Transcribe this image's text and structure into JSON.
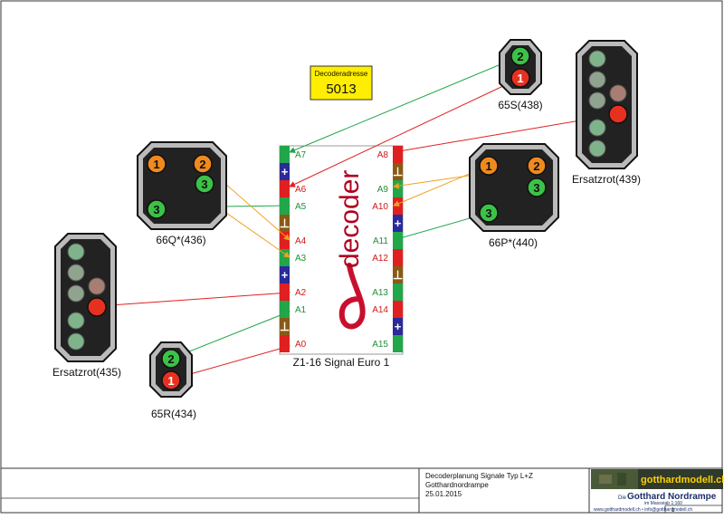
{
  "decoder_address": {
    "label": "Decoderadresse",
    "value": "5013"
  },
  "decoder": {
    "name": "Z1-16 Signal Euro 1",
    "logo": "Qdecoder",
    "left_pins": [
      "A7",
      "+",
      "A6",
      "A5",
      "⊥",
      "A4",
      "A3",
      "+",
      "A2",
      "A1",
      "⊥",
      "A0"
    ],
    "right_pins": [
      "A8",
      "⊥",
      "A9",
      "A10",
      "+",
      "A11",
      "A12",
      "⊥",
      "A13",
      "A14",
      "+",
      "A15"
    ]
  },
  "signals": {
    "s65q": {
      "label": "66Q*(436)",
      "lamps": [
        "1",
        "2",
        "3",
        "3"
      ]
    },
    "s65p": {
      "label": "66P*(440)",
      "lamps": [
        "1",
        "2",
        "3",
        "3"
      ]
    },
    "s65s": {
      "label": "65S(438)",
      "lamps": [
        "2",
        "1"
      ]
    },
    "s65r": {
      "label": "65R(434)",
      "lamps": [
        "2",
        "1"
      ]
    },
    "ersatz_left": {
      "label": "Ersatzrot(435)"
    },
    "ersatz_right": {
      "label": "Ersatzrot(439)"
    }
  },
  "title_block": {
    "line1": "Decoderplanung Signale Typ L+Z",
    "line2": "Gotthardnordrampe",
    "line3": "25.01.2015",
    "brand_site": "gotthardmodell.ch",
    "brand_prefix": "Die",
    "brand_name": "Gotthard Nordrampe",
    "brand_scale": "im Massstab 1:160",
    "brand_contact": "www.gotthardmodell.ch • info@gotthardmodell.ch",
    "page_marker": "1"
  },
  "colors": {
    "pin_red": "#e02020",
    "pin_green": "#22a64a",
    "pin_blue": "#2a2a9a",
    "pin_brown": "#8a5a14",
    "lamp_orange": "#f08a1e",
    "lamp_green": "#3bc247",
    "lamp_red": "#e83020",
    "decoder_box": "#ffee00"
  }
}
